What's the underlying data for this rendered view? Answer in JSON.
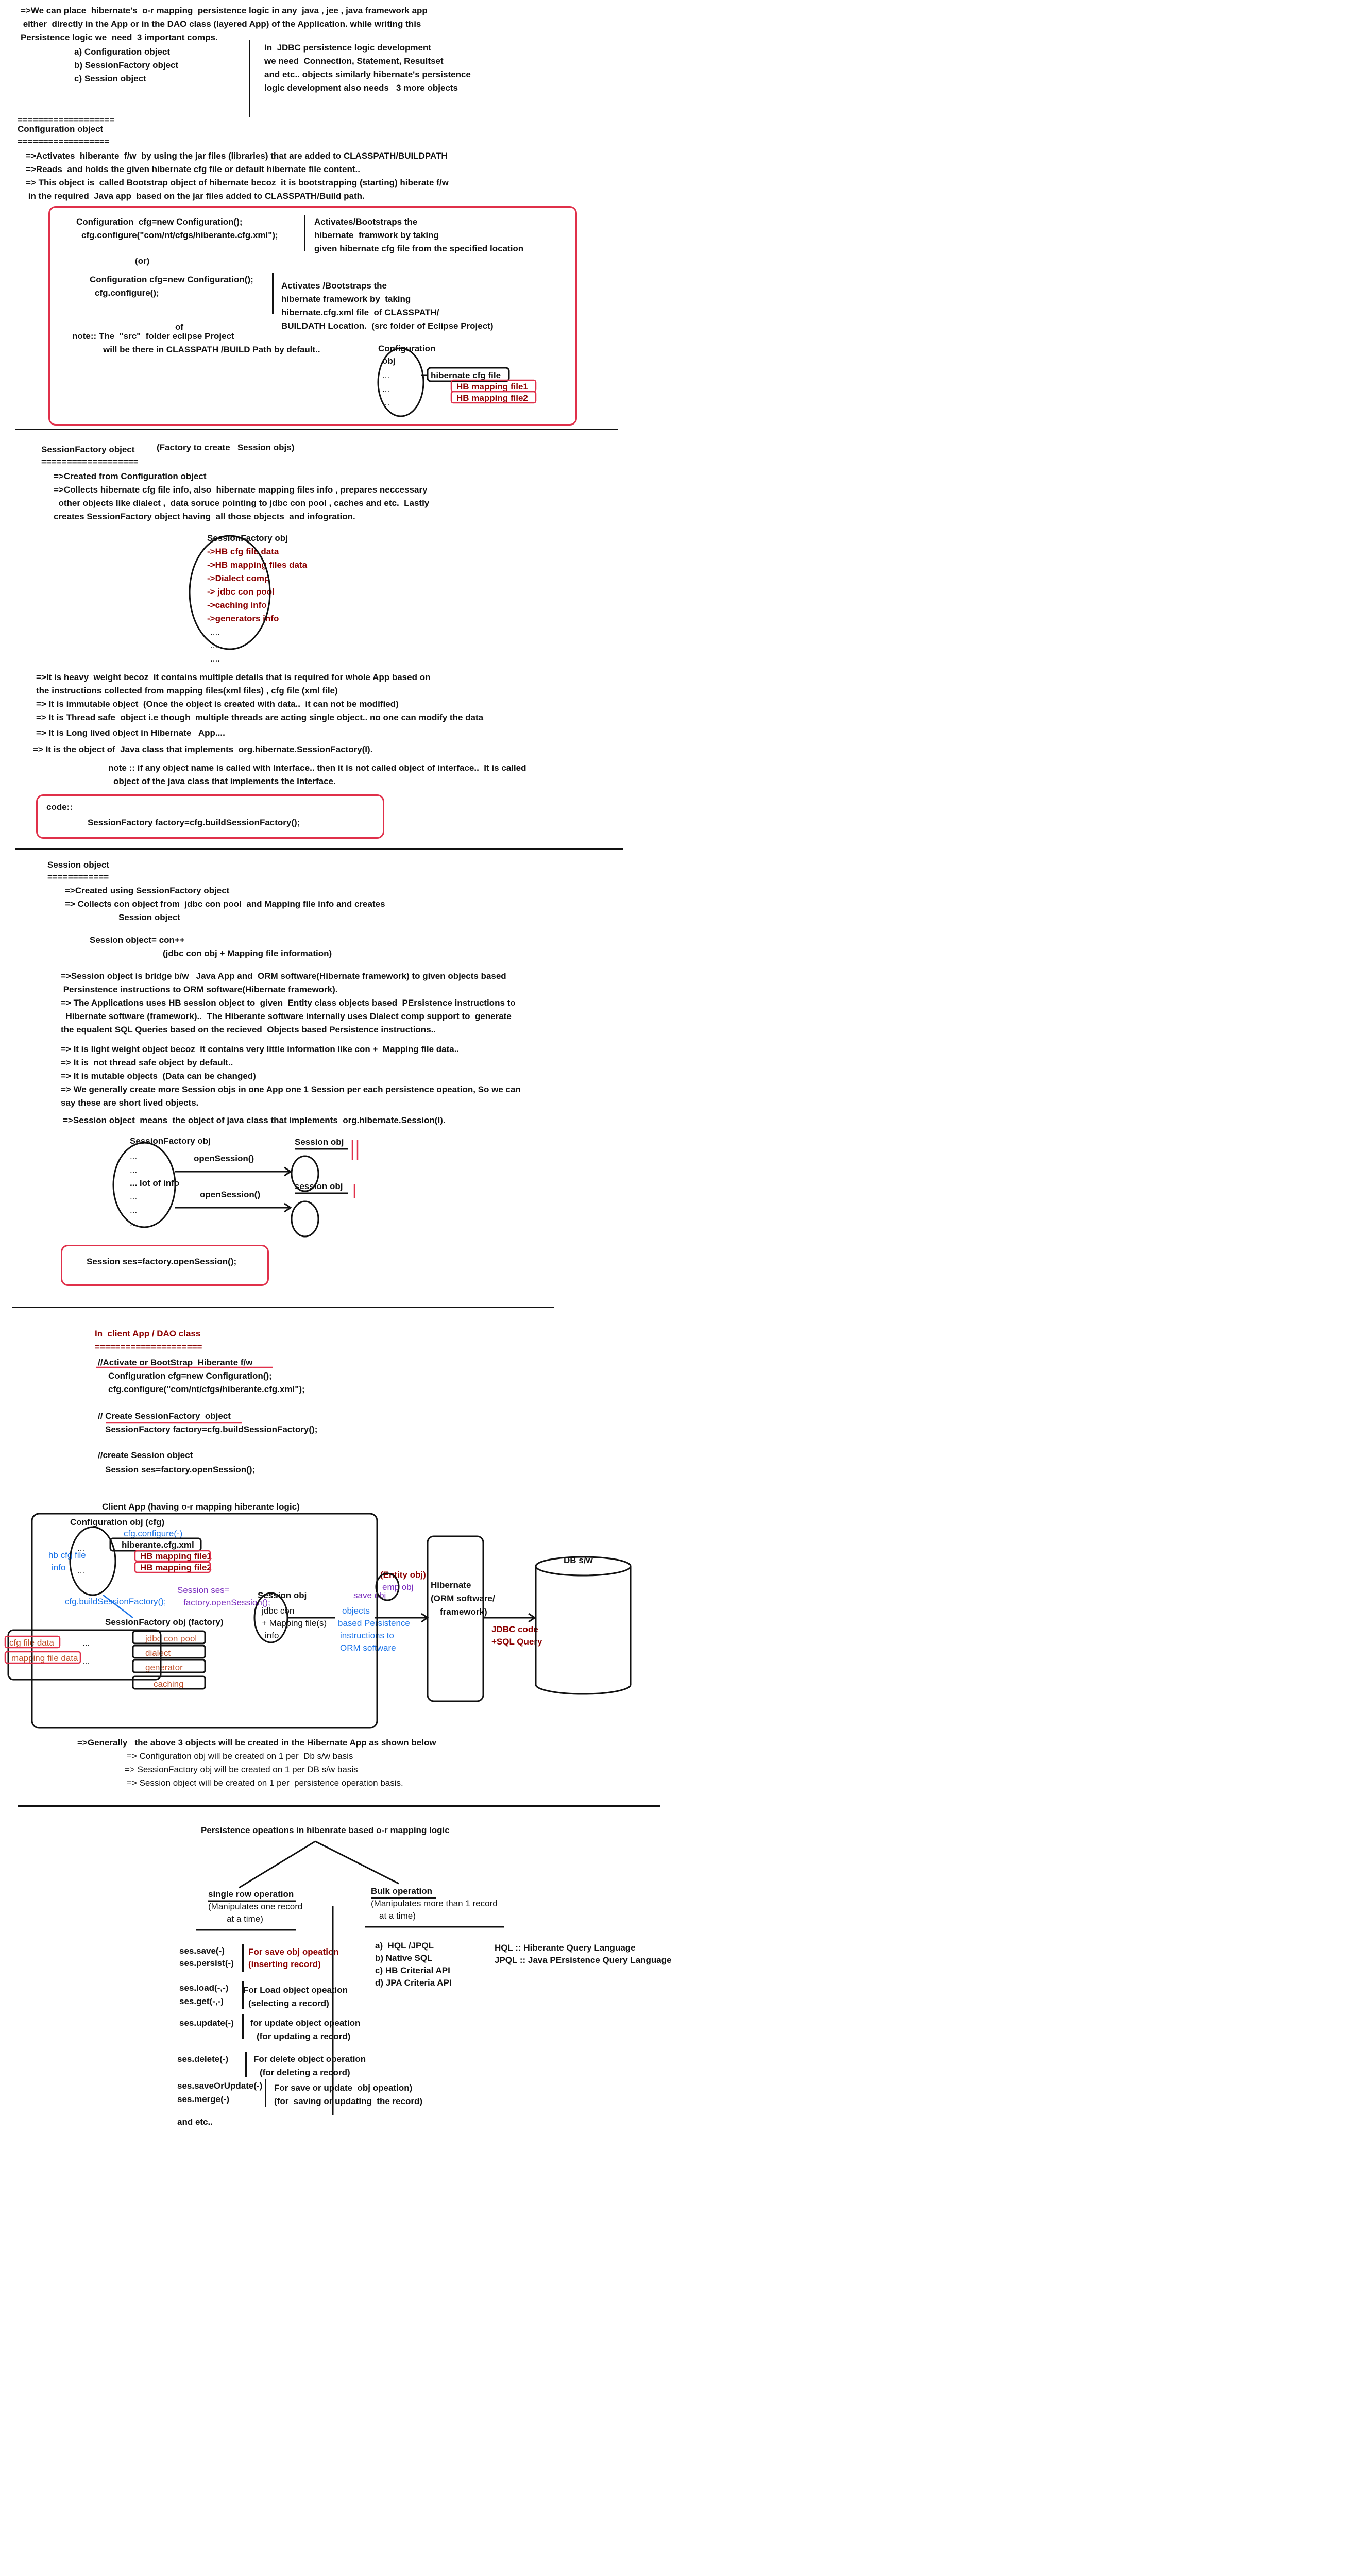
{
  "intro": {
    "l1": "=>We can place  hibernate's  o-r mapping  persistence logic in any  java , jee , java framework app",
    "l2": " either  directly in the App or in the DAO class (layered App) of the Application. while writing this",
    "l3": "Persistence logic we  need  3 important comps.",
    "a": "a) Configuration object",
    "b": "b) SessionFactory object",
    "c": "c) Session object",
    "jdbc1": "In  JDBC persistence logic development",
    "jdbc2": "we need  Connection, Statement, Resultset",
    "jdbc3": "and etc.. objects similarly hibernate's persistence",
    "jdbc4": "logic development also needs   3 more objects"
  },
  "config": {
    "rule": "===================",
    "title": "Configuration object",
    "rule2": "==================",
    "p1": "=>Activates  hiberante  f/w  by using the jar files (libraries) that are added to CLASSPATH/BUILDPATH",
    "p2": "=>Reads  and holds the given hibernate cfg file or default hibernate file content..",
    "p3": "=> This object is  called Bootstrap object of hibernate becoz  it is bootstrapping (starting) hiberate f/w",
    "p4": " in the required  Java app  based on the jar files added to CLASSPATH/Build path.",
    "code1a": "Configuration  cfg=new Configuration();",
    "code1b": "cfg.configure(\"com/nt/cfgs/hiberante.cfg.xml\");",
    "note1a": "Activates/Bootstraps the",
    "note1b": "hibernate  framwork by taking",
    "note1c": "given hibernate cfg file from the specified location",
    "or": "(or)",
    "code2a": "Configuration cfg=new Configuration();",
    "code2b": "cfg.configure();",
    "note2a": "Activates /Bootstraps the",
    "note2b": "hibernate framework by  taking",
    "note2c": "hibernate.cfg.xml file  of CLASSPATH/",
    "note2d": "BUILDATH Location.  (src folder of Eclipse Project)",
    "of": "of",
    "note3a": "note:: The  \"src\"  folder eclipse Project",
    "note3b": "will be there in CLASSPATH /BUILD Path by default..",
    "diag_label1": "Configuration",
    "diag_label2": "obj",
    "diag_dots": "...",
    "diag_cfg": "hibernate cfg file",
    "diag_map1": "HB mapping file1",
    "diag_map2": "HB mapping file2"
  },
  "factory": {
    "title": "SessionFactory object",
    "subtitle": "(Factory to create   Session objs)",
    "rule": "===================",
    "p1": "=>Created from Configuration object",
    "p2": "=>Collects hibernate cfg file info, also  hibernate mapping files info , prepares neccessary",
    "p3": "  other objects like dialect ,  data soruce pointing to jdbc con pool , caches and etc.  Lastly",
    "p4": "creates SessionFactory object having  all those objects  and infogration.",
    "diag_title": "SessionFactory obj",
    "d1": "->HB cfg file data",
    "d2": "->HB mapping files data",
    "d3": "->Dialect comp",
    "d4": "-> jdbc con pool",
    "d5": "->caching info",
    "d6": "->generators info",
    "d7": "....",
    "d8": "....",
    "d9": "....",
    "b1": "=>It is heavy  weight becoz  it contains multiple details that is required for whole App based on",
    "b2": "the instructions collected from mapping files(xml files) , cfg file (xml file)",
    "b3": "=> It is immutable object  (Once the object is created with data..  it can not be modified)",
    "b4": "=> It is Thread safe  object i.e though  multiple threads are acting single object.. no one can modify the data",
    "b5": "=> It is Long lived object in Hibernate   App....",
    "b6": "=> It is the object of  Java class that implements  org.hibernate.SessionFactory(I).",
    "n1": "note :: if any object name is called with Interface.. then it is not called object of interface..  It is called",
    "n2": "object of the java class that implements the Interface.",
    "code_label": "code::",
    "code": "SessionFactory factory=cfg.buildSessionFactory();"
  },
  "session": {
    "title": "Session object",
    "rule": "============",
    "p1": "=>Created using SessionFactory object",
    "p2": "=> Collects con object from  jdbc con pool  and Mapping file info and creates",
    "p3": "Session object",
    "p4": "Session object= con++",
    "p5": "(jdbc con obj + Mapping file information)",
    "q1": "=>Session object is bridge b/w   Java App and  ORM software(Hibernate framework) to given objects based",
    "q2": " Persinstence instructions to ORM software(Hibernate framework).",
    "q3": "=> The Applications uses HB session object to  given  Entity class objects based  PErsistence instructions to",
    "q4": "  Hibernate software (framework)..  The Hiberante software internally uses Dialect comp support to  generate",
    "q5": "the equalent SQL Queries based on the recieved  Objects based Persistence instructions..",
    "r1": "=> It is light weight object becoz  it contains very little information like con +  Mapping file data..",
    "r2": "=> It is  not thread safe object by default..",
    "r3": "=> It is mutable objects  (Data can be changed)",
    "r4": "=> We generally create more Session objs in one App one 1 Session per each persistence opeation, So we can",
    "r5": "say these are short lived objects.",
    "r6": "=>Session object  means  the object of java class that implements  org.hibernate.Session(I).",
    "diag_title": "SessionFactory obj",
    "diag_dots": "...",
    "diag_info": "... lot of info",
    "open1": "openSession()",
    "open2": "openSession()",
    "s1": "Session obj",
    "s2": "session obj",
    "code": "Session ses=factory.openSession();"
  },
  "client": {
    "title": "In  client App / DAO class",
    "rule": "=====================",
    "c1": "//Activate or BootStrap  Hiberante f/w",
    "c2": "Configuration cfg=new Configuration();",
    "c3": "cfg.configure(\"com/nt/cfgs/hiberante.cfg.xml\");",
    "c4": "// Create SessionFactory  object",
    "c5": "SessionFactory factory=cfg.buildSessionFactory();",
    "c6": "//create Session object",
    "c7": "Session ses=factory.openSession();"
  },
  "arch": {
    "title": "Client App (having o-r mapping hiberante logic)",
    "cfg_obj": "Configuration obj (cfg)",
    "cfg_configure": "cfg.configure(-)",
    "hb_cfg_xml": "hiberante.cfg.xml",
    "map1": "HB mapping file1",
    "map2": "HB mapping file2",
    "hb_cfg_info1": "hb cfg file",
    "hb_cfg_info2": "info",
    "build_sf": "cfg.buildSessionFactory();",
    "sess_ses1": "Session ses=",
    "sess_ses2": "factory.openSession();",
    "sf_obj": "SessionFactory obj (factory)",
    "cfg_file_data": "cfg file data",
    "mapping_file_data": "mapping file data",
    "pool": "jdbc con pool",
    "dialect": "dialect",
    "generator": "generator",
    "caching": "caching",
    "dots": "...",
    "session_obj": "Session obj",
    "jdbc_con": "jdbc con",
    "mapping_info1": "+ Mapping file(s)",
    "mapping_info2": "info",
    "save_obj": "save obj",
    "entity1": "(Entity obj)",
    "entity2": "emp obj",
    "objects1": "objects",
    "objects2": "based Persistence",
    "objects3": "instructions to",
    "objects4": "ORM software",
    "hib1": "Hibernate",
    "hib2": "(ORM software/",
    "hib3": "framework)",
    "jdbc_code1": "JDBC code",
    "jdbc_code2": "+SQL Query",
    "db": "DB s/w",
    "g1": "=>Generally   the above 3 objects will be created in the Hibernate App as shown below",
    "g2": "=> Configuration obj will be created on 1 per  Db s/w basis",
    "g3": "=> SessionFactory obj will be created on 1 per DB s/w basis",
    "g4": "=> Session object will be created on 1 per  persistence operation basis."
  },
  "ops": {
    "title": "Persistence opeations in hibenrate based o-r mapping logic",
    "single": "single row operation",
    "single_sub1": "(Manipulates one record",
    "single_sub2": "at a time)",
    "bulk": "Bulk operation",
    "bulk_sub1": "(Manipulates more than 1 record",
    "bulk_sub2": "at a time)",
    "save1": "ses.save(-)",
    "save2": "ses.persist(-)",
    "save_note1": "For save obj opeation",
    "save_note2": "(inserting record)",
    "load1": "ses.load(-,-)",
    "load2": "ses.get(-,-)",
    "load_note1": "For Load object opeation",
    "load_note2": "(selecting a record)",
    "update": "ses.update(-)",
    "update_note1": "for update object opeation",
    "update_note2": "(for updating a record)",
    "delete": "ses.delete(-)",
    "delete_note1": "For delete object operation",
    "delete_note2": "(for deleting a record)",
    "su1": "ses.saveOrUpdate(-)",
    "su2": "ses.merge(-)",
    "su_note1": "For save or update  obj opeation)",
    "su_note2": "(for  saving or updating  the record)",
    "etc": "and etc..",
    "bulk1": "a)  HQL /JPQL",
    "bulk2": "b) Native SQL",
    "bulk3": "c) HB Criterial API",
    "bulk4": "d) JPA Criteria API",
    "hql": "HQL :: Hiberante Query Language",
    "jpql": "JPQL :: Java PErsistence Query Language"
  }
}
